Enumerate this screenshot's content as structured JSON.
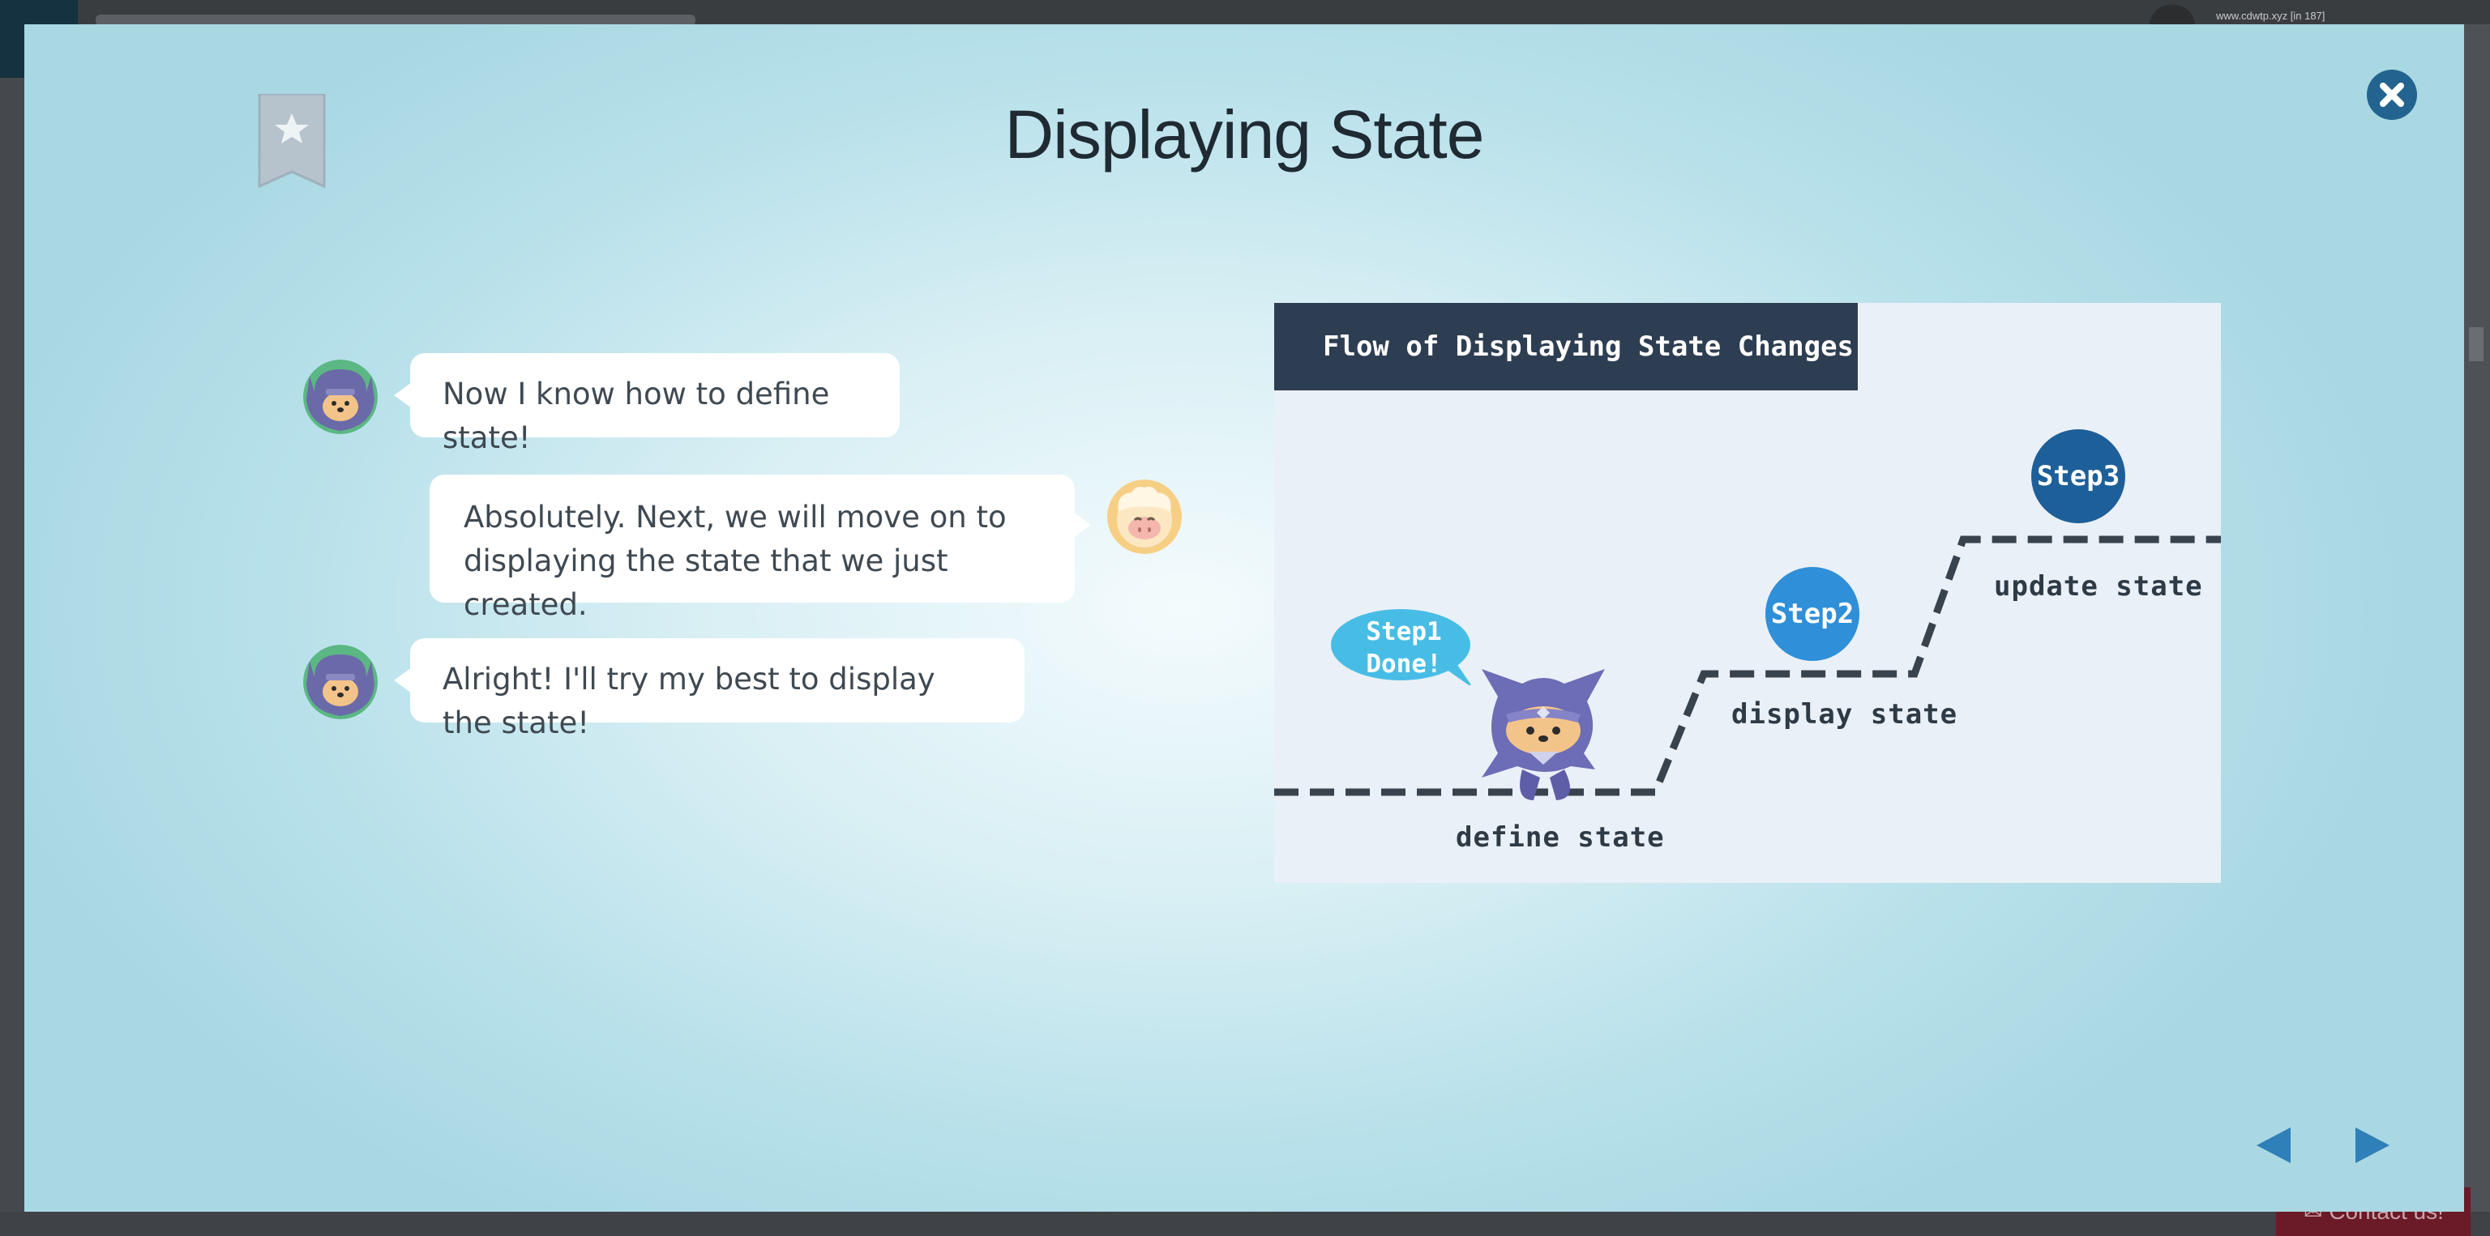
{
  "background_app": {
    "url_text": "www.cdwtp.xyz [in 187]",
    "contact_label": "Contact us!"
  },
  "modal": {
    "title": "Displaying State",
    "close_icon": "close-icon",
    "bookmark_icon": "star-bookmark-icon"
  },
  "chat": {
    "messages": [
      {
        "speaker": "ninja",
        "text": "Now I know how to define state!"
      },
      {
        "speaker": "sheep",
        "lines": [
          "Absolutely. Next, we will move on to",
          "displaying the state that we just created."
        ]
      },
      {
        "speaker": "ninja",
        "text": "Alright! I'll try my best to display the state!"
      }
    ]
  },
  "diagram": {
    "title": "Flow of Displaying State Changes",
    "done_bubble": [
      "Step1",
      "Done!"
    ],
    "steps": [
      {
        "label": "Step2",
        "color": "#2f8fd8"
      },
      {
        "label": "Step3",
        "color": "#1d5f99"
      }
    ],
    "stages": [
      "define state",
      "display state",
      "update state"
    ],
    "bubble_color": "#47bde6",
    "title_bg": "#2e3e52"
  },
  "nav": {
    "prev_icon": "triangle-left-icon",
    "next_icon": "triangle-right-icon"
  }
}
